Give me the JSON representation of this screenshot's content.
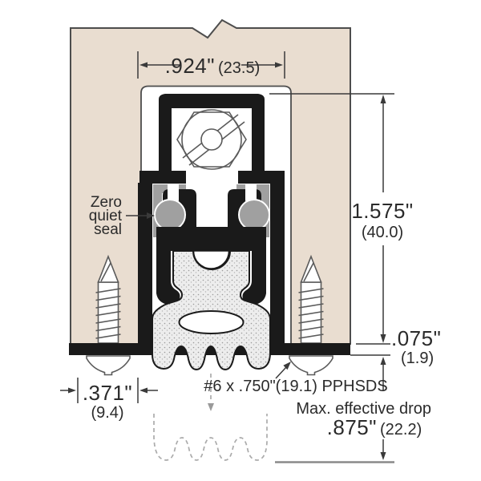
{
  "diagram": {
    "product": "automatic-door-bottom-cross-section",
    "labels": {
      "seal_line1": "Zero",
      "seal_line2": "quiet",
      "seal_line3": "seal",
      "screw_spec": "#6 x .750\"(19.1) PPHSDS",
      "drop_caption": "Max. effective drop",
      "drop_value": ".875\"",
      "drop_metric": "(22.2)"
    },
    "dimensions": {
      "width": {
        "value": ".924\"",
        "metric": "(23.5)"
      },
      "height": {
        "value": "1.575\"",
        "metric": "(40.0)"
      },
      "clearance": {
        "value": ".075\"",
        "metric": "(1.9)"
      },
      "flange": {
        "value": ".371\"",
        "metric": "(9.4)"
      }
    },
    "colors": {
      "door_fill": "#e9ddd0",
      "outline": "#4d4d4d",
      "metal_black": "#1a1a1a",
      "seal_gray": "#a0a0a0",
      "foam_fill": "#ededed",
      "dashed_gray": "#ababab",
      "text": "#2b2b2b"
    }
  }
}
